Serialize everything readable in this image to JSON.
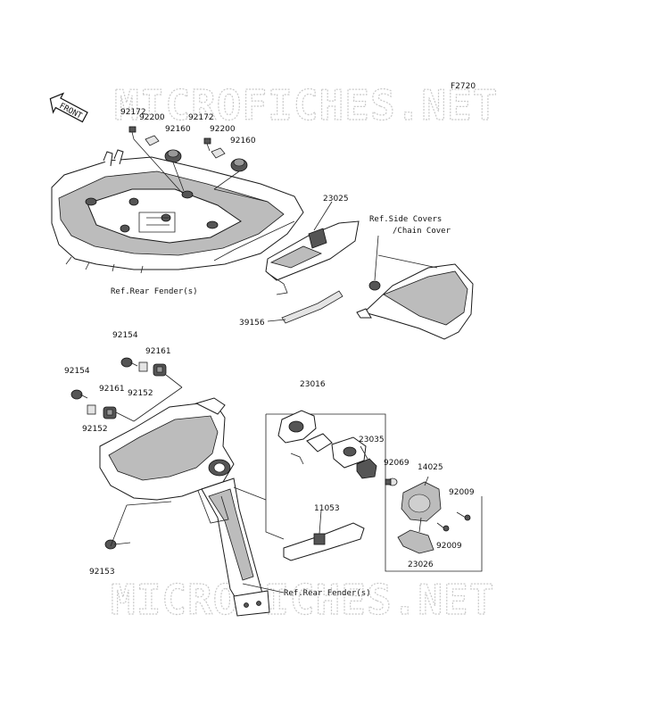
{
  "diagram_code": "F2720",
  "front_label": "FRONT",
  "watermark_top": "MICROFICHES.NET",
  "watermark_bottom": "MICROFICHES.NET",
  "parts": {
    "p92172_a": "92172",
    "p92200_a": "92200",
    "p92160_a": "92160",
    "p92172_b": "92172",
    "p92200_b": "92200",
    "p92160_b": "92160",
    "p23025": "23025",
    "p39156": "39156",
    "p92154_a": "92154",
    "p92161_a": "92161",
    "p92152_a": "92152",
    "p92154_b": "92154",
    "p92161_b": "92161",
    "p92152_b": "92152",
    "p23016": "23016",
    "p23035": "23035",
    "p92069": "92069",
    "p14025": "14025",
    "p92009_a": "92009",
    "p92009_b": "92009",
    "p23026": "23026",
    "p11053": "11053",
    "p92153": "92153"
  },
  "refs": {
    "rear_fender_top": "Ref.Rear Fender(s)",
    "side_covers_line1": "Ref.Side Covers",
    "side_covers_line2": "/Chain Cover",
    "rear_fender_bottom": "Ref.Rear Fender(s)"
  }
}
